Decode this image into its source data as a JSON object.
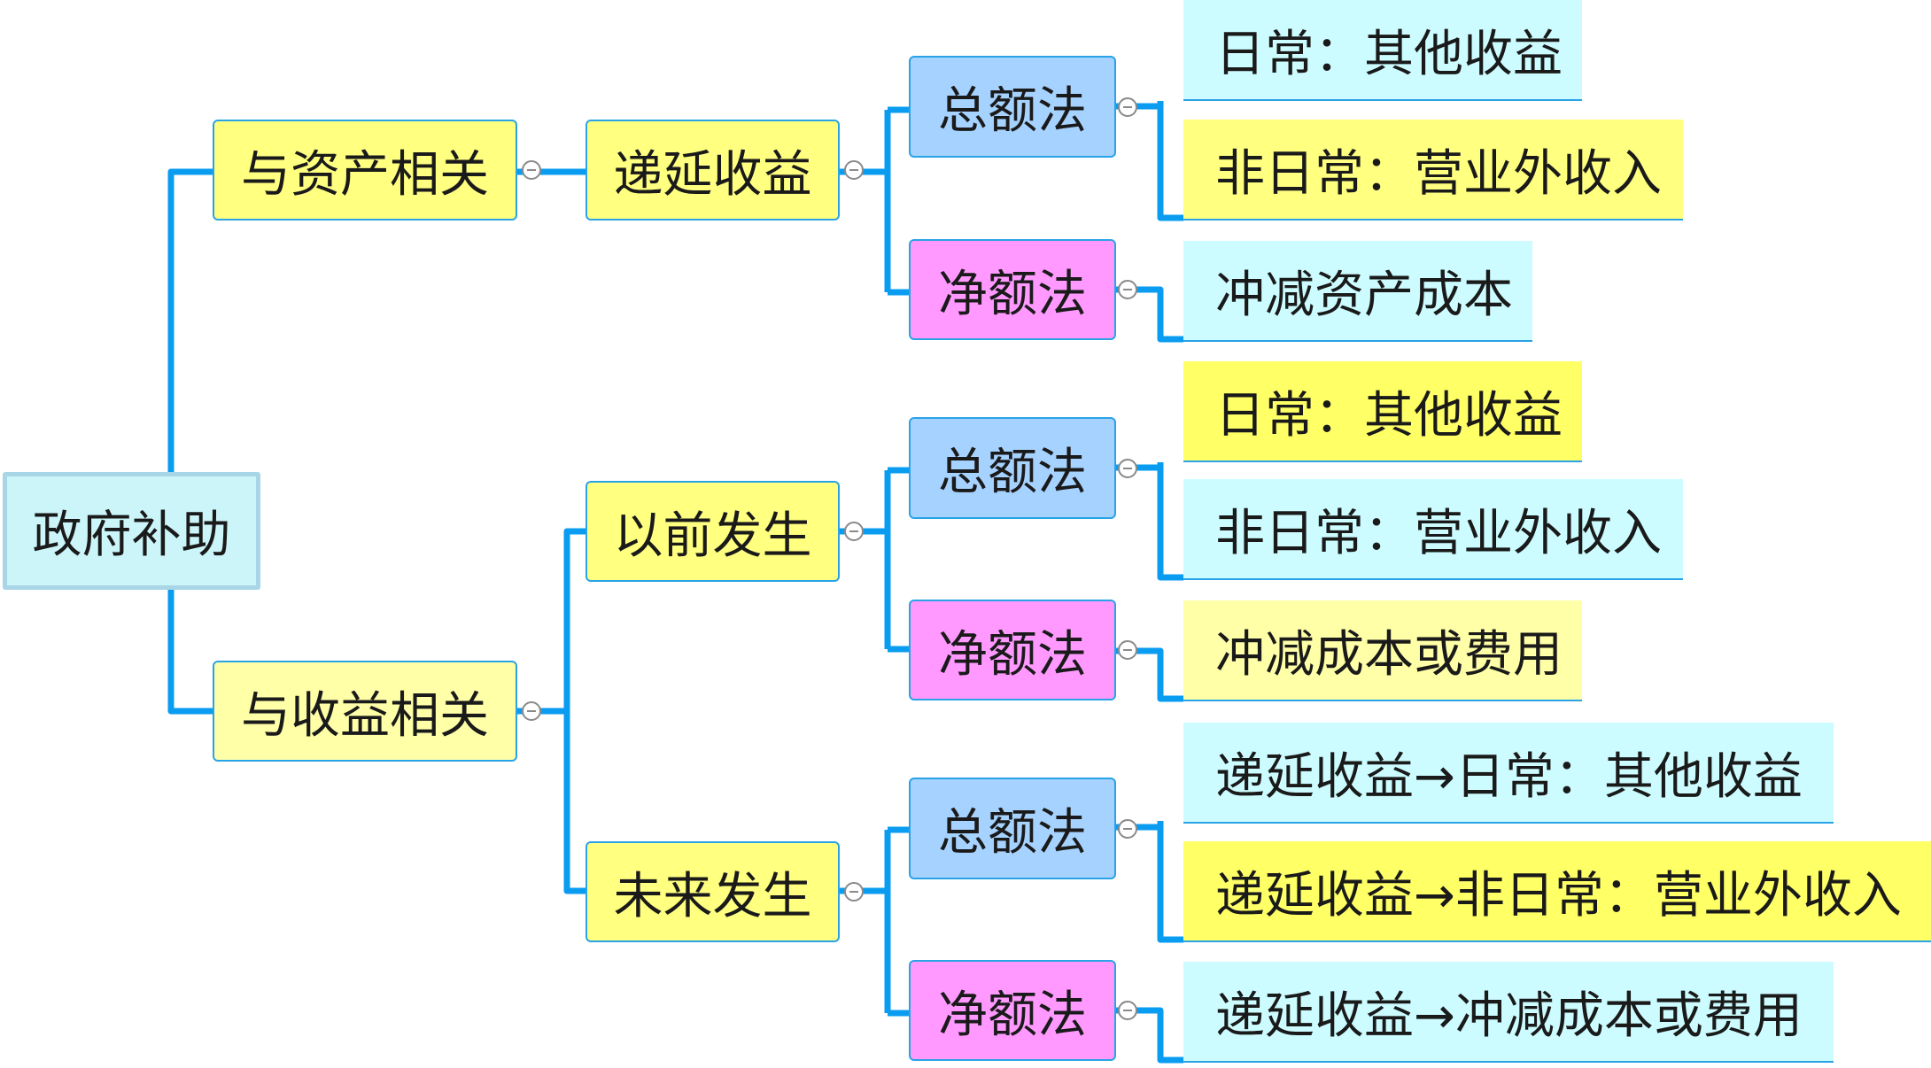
{
  "root": {
    "label": "政府补助"
  },
  "level1": {
    "asset": {
      "label": "与资产相关"
    },
    "income": {
      "label": "与收益相关"
    }
  },
  "level2": {
    "deferred": {
      "label": "递延收益"
    },
    "past": {
      "label": "以前发生"
    },
    "future": {
      "label": "未来发生"
    }
  },
  "methods": {
    "gross": "总额法",
    "net": "净额法"
  },
  "leaves": {
    "a1": "日常：其他收益",
    "a2": "非日常：营业外收入",
    "a3": "冲减资产成本",
    "b1": "日常：其他收益",
    "b2": "非日常：营业外收入",
    "b3": "冲减成本或费用",
    "c1": "递延收益→日常：其他收益",
    "c2": "递延收益→非日常：营业外收入",
    "c3": "递延收益→冲减成本或费用"
  },
  "colors": {
    "connector": "#0a9cf0",
    "border": "#2aa3e6",
    "yellow": "#ffff80",
    "blue": "#a6d2ff",
    "pink": "#ff99ff",
    "cyan": "#ccfcff"
  }
}
